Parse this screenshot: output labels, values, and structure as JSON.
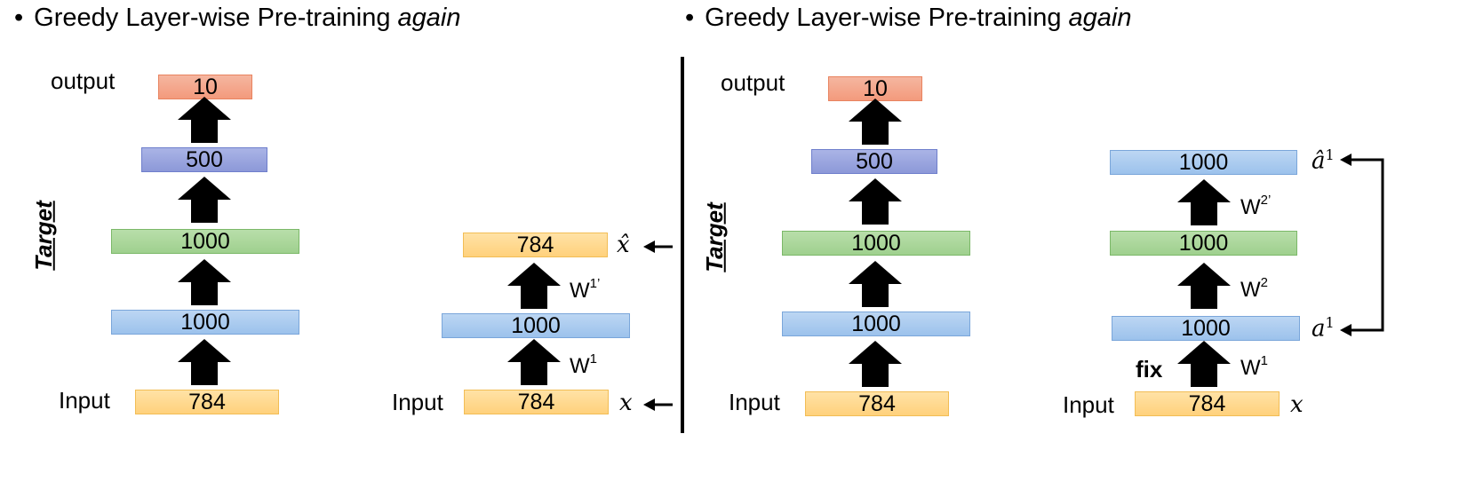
{
  "left": {
    "title": {
      "bullet": "•",
      "main": "Greedy Layer-wise Pre-training",
      "emph": "again"
    },
    "labels": {
      "output": "output",
      "input": "Input",
      "target": "Target"
    },
    "stack": {
      "l10": "10",
      "l500": "500",
      "l1000a": "1000",
      "l1000b": "1000",
      "l784": "784"
    },
    "ae": {
      "recon": "784",
      "hidden": "1000",
      "input": "784",
      "input_label": "Input",
      "w1": "W",
      "w1_sup": "1",
      "w1p": "W",
      "w1p_sup": "1’",
      "xhat": "x̂",
      "x": "x"
    }
  },
  "right": {
    "title": {
      "bullet": "•",
      "main": "Greedy Layer-wise Pre-training",
      "emph": "again"
    },
    "labels": {
      "output": "output",
      "input": "Input",
      "target": "Target"
    },
    "stack": {
      "l10": "10",
      "l500": "500",
      "l1000a": "1000",
      "l1000b": "1000",
      "l784": "784"
    },
    "ae": {
      "top": "1000",
      "mid": "1000",
      "hidden": "1000",
      "input": "784",
      "input_label": "Input",
      "fix": "fix",
      "w1": "W",
      "w1_sup": "1",
      "w2": "W",
      "w2_sup": "2",
      "w2p": "W",
      "w2p_sup": "2’",
      "a_hat": "â",
      "a_hat_sup": "1",
      "a": "a",
      "a_sup": "1",
      "x": "x"
    }
  },
  "colors": {
    "output": "#f39a7c",
    "layer500": "#8c98d8",
    "layer1000_green": "#9fd08e",
    "layer1000_blue": "#9cc2ec",
    "input": "#ffd17c",
    "arrow": "#000000"
  },
  "icons": [
    "up-arrow-icon",
    "left-arrow-icon",
    "divider-line"
  ]
}
